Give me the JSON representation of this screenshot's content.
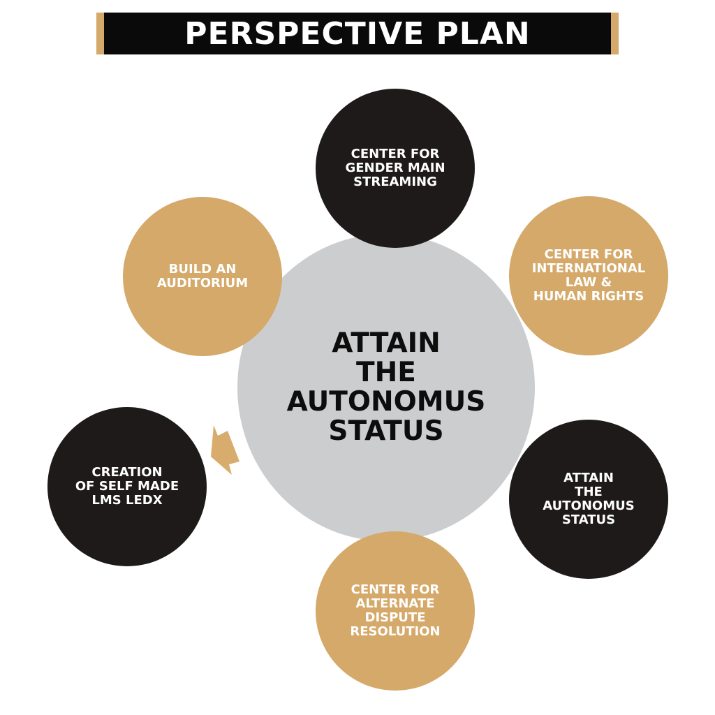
{
  "title": "PERSPECTIVE PLAN",
  "center": "ATTAIN\nTHE\nAUTONOMUS\nSTATUS",
  "nodes": [
    {
      "label": "CENTER FOR\nGENDER MAIN\nSTREAMING",
      "color": "black"
    },
    {
      "label": "CENTER FOR\nINTERNATIONAL\nLAW &\nHUMAN RIGHTS",
      "color": "gold"
    },
    {
      "label": "ATTAIN\nTHE\nAUTONOMUS\nSTATUS",
      "color": "black"
    },
    {
      "label": "CENTER FOR\nALTERNATE\nDISPUTE\nRESOLUTION",
      "color": "gold"
    },
    {
      "label": "CREATION\nOF SELF MADE\nLMS LEDX",
      "color": "black"
    },
    {
      "label": "BUILD AN\nAUDITORIUM",
      "color": "gold"
    }
  ],
  "colors": {
    "black": "#1e1a1a",
    "gold": "#d4a96a",
    "gray": "#cccdcf"
  }
}
